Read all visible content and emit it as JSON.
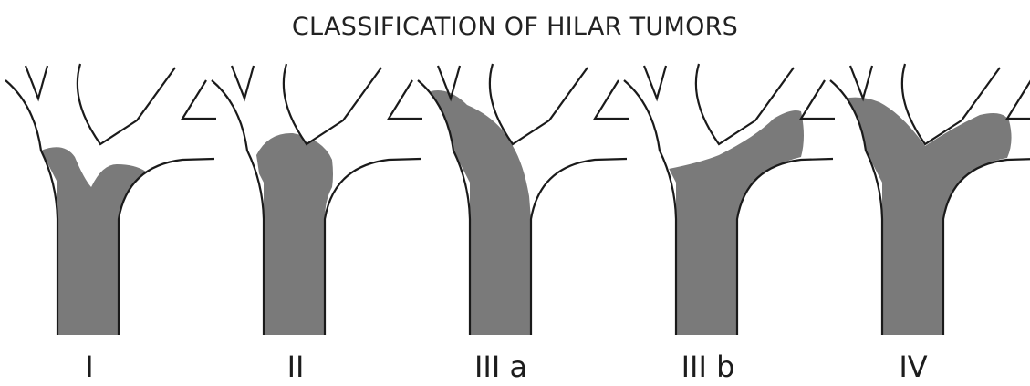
{
  "title": "CLASSIFICATION OF HILAR TUMORS",
  "panels": [
    {
      "label": "I"
    },
    {
      "label": "II"
    },
    {
      "label": "III a"
    },
    {
      "label": "III b"
    },
    {
      "label": "IV"
    }
  ],
  "colors": {
    "tumor": "#7a7a7a",
    "outline": "#1a1a1a",
    "background": "#ffffff"
  }
}
